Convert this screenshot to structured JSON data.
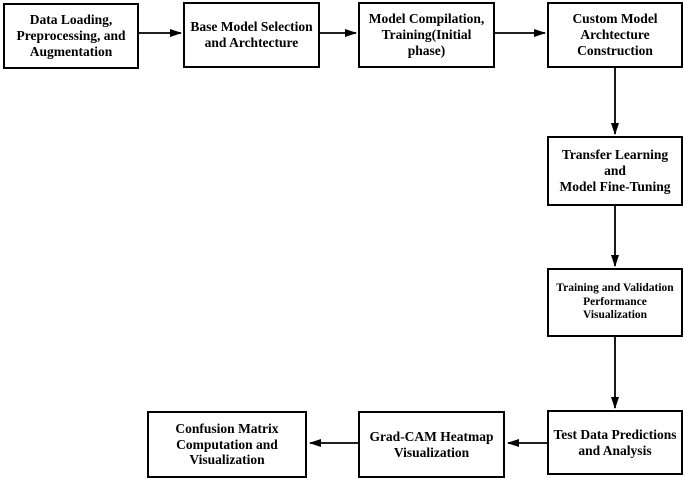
{
  "diagram": {
    "type": "flowchart",
    "background_color": "#ffffff",
    "box_border_color": "#000000",
    "text_color": "#000000",
    "arrow_color": "#000000",
    "nodes": [
      {
        "id": "data-loading",
        "label": "Data Loading,\nPreprocessing, and\nAugmentation"
      },
      {
        "id": "base-model-selection",
        "label": "Base Model Selection\nand Archtecture"
      },
      {
        "id": "model-compilation",
        "label": "Model Compilation,\nTraining(Initial\nphase)"
      },
      {
        "id": "custom-model-architecture",
        "label": "Custom Model\nArchtecture\nConstruction"
      },
      {
        "id": "transfer-learning",
        "label": "Transfer Learning and\nModel Fine-Tuning"
      },
      {
        "id": "training-validation-visualization",
        "label": "Training and Validation\nPerformance\nVisualization"
      },
      {
        "id": "test-data-predictions",
        "label": "Test Data Predictions\nand Analysis"
      },
      {
        "id": "grad-cam",
        "label": "Grad-CAM Heatmap\nVisualization"
      },
      {
        "id": "confusion-matrix",
        "label": "Confusion Matrix\nComputation and\nVisualization"
      }
    ],
    "edges": [
      {
        "from": "data-loading",
        "to": "base-model-selection",
        "direction": "right"
      },
      {
        "from": "base-model-selection",
        "to": "model-compilation",
        "direction": "right"
      },
      {
        "from": "model-compilation",
        "to": "custom-model-architecture",
        "direction": "right"
      },
      {
        "from": "custom-model-architecture",
        "to": "transfer-learning",
        "direction": "down"
      },
      {
        "from": "transfer-learning",
        "to": "training-validation-visualization",
        "direction": "down"
      },
      {
        "from": "training-validation-visualization",
        "to": "test-data-predictions",
        "direction": "down"
      },
      {
        "from": "test-data-predictions",
        "to": "grad-cam",
        "direction": "left"
      },
      {
        "from": "grad-cam",
        "to": "confusion-matrix",
        "direction": "left"
      }
    ]
  }
}
